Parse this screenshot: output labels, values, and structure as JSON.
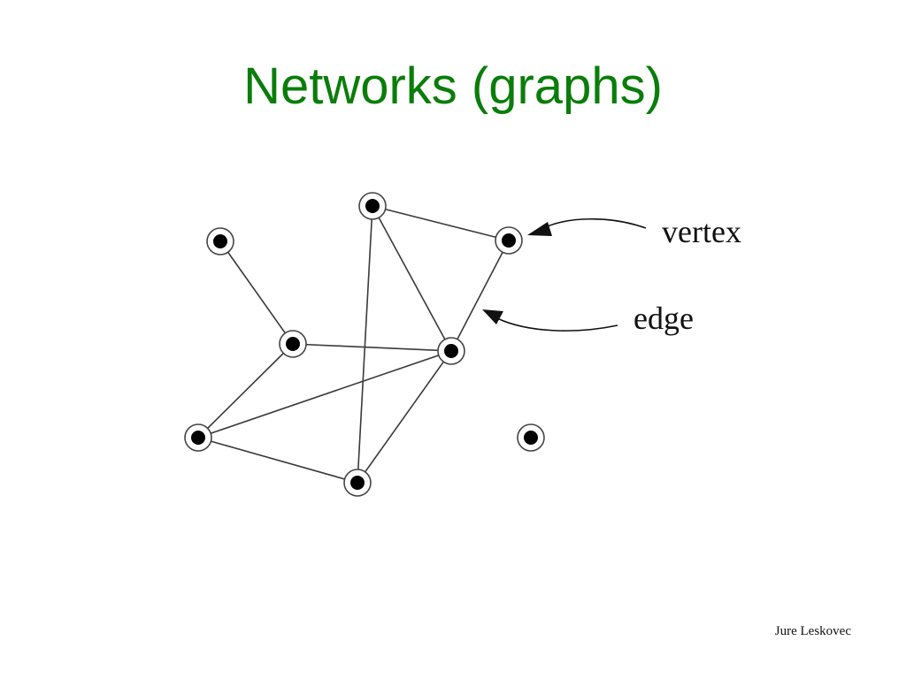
{
  "slide": {
    "title": "Networks (graphs)",
    "title_color": "#0a7d0a",
    "author": "Jure Leskovec"
  },
  "graph": {
    "vertices": [
      "v1",
      "v2",
      "v3",
      "v4",
      "v5",
      "v6",
      "v7",
      "v8"
    ],
    "edges": [
      [
        "v1",
        "v4"
      ],
      [
        "v2",
        "v3"
      ],
      [
        "v2",
        "v5"
      ],
      [
        "v2",
        "v7"
      ],
      [
        "v3",
        "v5"
      ],
      [
        "v4",
        "v5"
      ],
      [
        "v4",
        "v6"
      ],
      [
        "v6",
        "v5"
      ],
      [
        "v6",
        "v7"
      ],
      [
        "v5",
        "v7"
      ]
    ],
    "callouts": {
      "vertex_label": "vertex",
      "edge_label": "edge"
    }
  }
}
